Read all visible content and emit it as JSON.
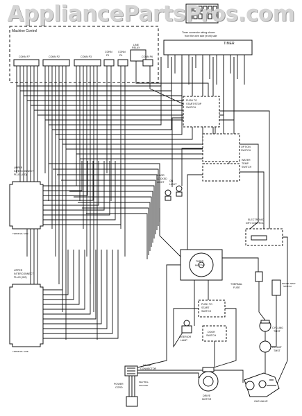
{
  "watermark": "AppliancePartsPros.com",
  "labels": {
    "machine_control": "Machine Control",
    "timer_note_1": "Timer connector wiring shown",
    "timer_note_2": "from the wire side (front) side",
    "timer": "TIMER",
    "line_relay_1": "LINE",
    "line_relay_2": "RELAY",
    "conn_p7": "CONN P7",
    "conn_p2": "CONN P2",
    "conn_p3": "CONN P3",
    "conn_p1_1": "CONN",
    "conn_p1_2": "P1",
    "conn_p4_1": "CONN",
    "conn_p4_2": "P4",
    "conn_p6": "CONN P6",
    "push_start_1": "PUSH TO",
    "push_start_2": "START/STOP",
    "push_start_3": "SWITCH",
    "option_1": "OPTION",
    "option_2": "SWITCH",
    "water_temp_1": "WATER",
    "water_temp_2": "TEMP",
    "water_temp_3": "SWITCH",
    "door_locked_1": "DOOR",
    "door_locked_2": "LOCKED",
    "door_locked_3": "LIGHT",
    "on_light_1": "ON",
    "on_light_2": "LIGHT",
    "upper_plug_1": "UPPER",
    "upper_plug_2": "INTERCONNECT",
    "upper_plug_3": "PLUG (L/D)",
    "lower_plug_1": "UPPER",
    "lower_plug_2": "INTERCONNECT",
    "lower_plug_3": "PLUG (W/I)",
    "terminal_side_1": "TERMINAL SIDE",
    "terminal_side_2": "TERMINAL SIDE",
    "electronic_1": "ELECTRONIC",
    "electronic_2": "DRY CONTROL",
    "timer_motor_1": "TIMER",
    "timer_motor_2": "MOTOR",
    "thermal_1": "THERMAL",
    "thermal_2": "FUSE",
    "dryer_temp_1": "DRYER TEMP",
    "dryer_temp_2": "SWITCH",
    "cycling_1": "CYCLING",
    "cycling_2": "TMST",
    "hi_limit_1": "HI LIMIT",
    "hi_limit_2": "TMST",
    "push_switch_1": "PUSH TO",
    "push_switch_2": "START",
    "push_switch_3": "SWITCH",
    "interior_lamp_1": "INTERIOR",
    "interior_lamp_2": "LAMP",
    "door_switch_1": "DOOR",
    "door_switch_2": "SWITCH",
    "inline_1": "INLINE",
    "inline_2": "CONNECTOR",
    "power_cord_1": "POWER",
    "power_cord_2": "CORD",
    "drive_motor_1": "DRIVE",
    "drive_motor_2": "MOTOR",
    "gas_valve": "GAS VALVE",
    "neutral_1": "NEUTRAL",
    "neutral_2": "GROUND"
  }
}
